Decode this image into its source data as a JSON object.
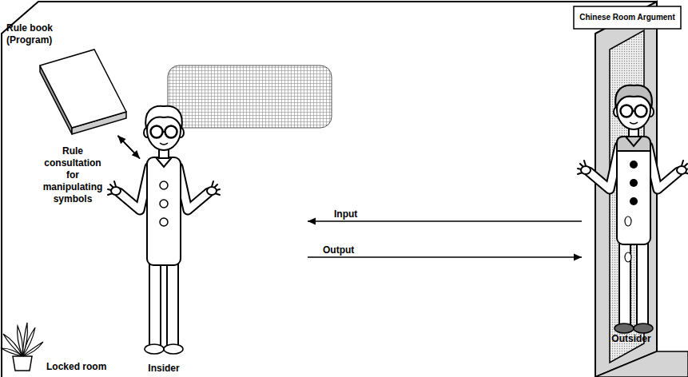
{
  "diagram": {
    "title": "Chinese Room Argument",
    "nodes": [
      {
        "text": [
          "Rule book (Program)"
        ]
      },
      {
        "text": [
          "Insider"
        ]
      },
      {
        "text": [
          "Outsider"
        ]
      }
    ],
    "edges": [
      {
        "from": 0,
        "to": 1,
        "arrow": "to"
      },
      {
        "from": 1,
        "to": 0,
        "arrow": "to"
      },
      {
        "from": 2,
        "to": 1,
        "label": "Input",
        "arrow": "to"
      },
      {
        "from": 1,
        "to": 2,
        "label": "Output",
        "arrow": "to"
      }
    ],
    "labels": [
      "Rule consultation for manipulating symbols",
      "Locked room"
    ]
  }
}
